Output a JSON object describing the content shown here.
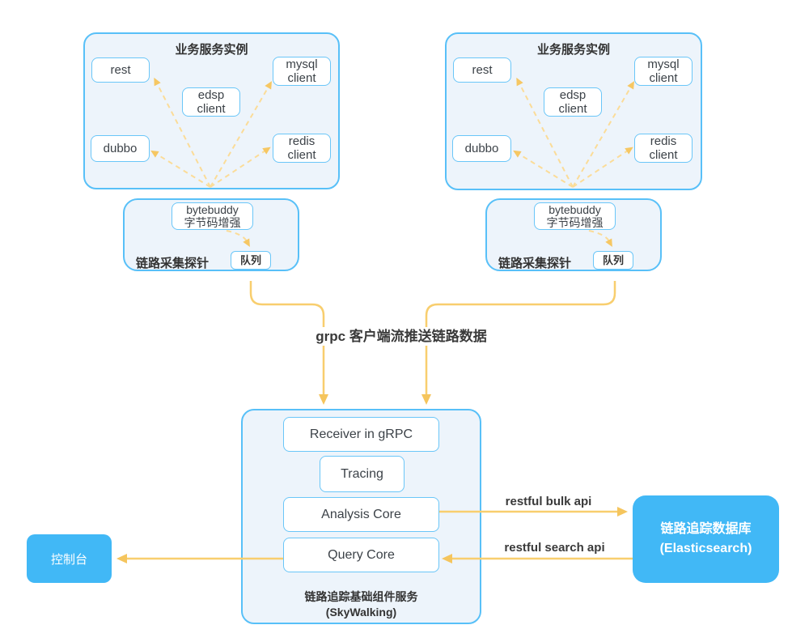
{
  "colors": {
    "panel_fill": "#EDF4FB",
    "panel_border": "#58C0F8",
    "node_border": "#6AC6F8",
    "node_fill": "#FFFFFF",
    "solid_box_fill": "#41B8F6",
    "arrow_solid": "#F8CE6E",
    "arrow_head": "#F5C55D",
    "arrow_dashed": "#FBDC98",
    "text_dark": "#333333",
    "text_light": "#FFFFFF"
  },
  "service_groups": [
    {
      "title": "业务服务实例",
      "nodes": {
        "rest": "rest",
        "dubbo": "dubbo",
        "edsp": "edsp\nclient",
        "mysql": "mysql\nclient",
        "redis": "redis\nclient"
      }
    },
    {
      "title": "业务服务实例",
      "nodes": {
        "rest": "rest",
        "dubbo": "dubbo",
        "edsp": "edsp\nclient",
        "mysql": "mysql\nclient",
        "redis": "redis\nclient"
      }
    }
  ],
  "probes": [
    {
      "label": "链路采集探针",
      "enhancer": "bytebuddy\n字节码增强",
      "queue": "队列"
    },
    {
      "label": "链路采集探针",
      "enhancer": "bytebuddy\n字节码增强",
      "queue": "队列"
    }
  ],
  "transport_label": "grpc 客户端流推送链路数据",
  "skywalking": {
    "receiver": "Receiver in gRPC",
    "tracing": "Tracing",
    "analysis": "Analysis Core",
    "query": "Query Core",
    "caption": "链路追踪基础组件服务\n(SkyWalking)"
  },
  "storage": {
    "caption": "链路追踪数据库\n(Elasticsearch)"
  },
  "console": {
    "caption": "控制台"
  },
  "api_labels": {
    "bulk": "restful bulk api",
    "search": "restful search api"
  }
}
